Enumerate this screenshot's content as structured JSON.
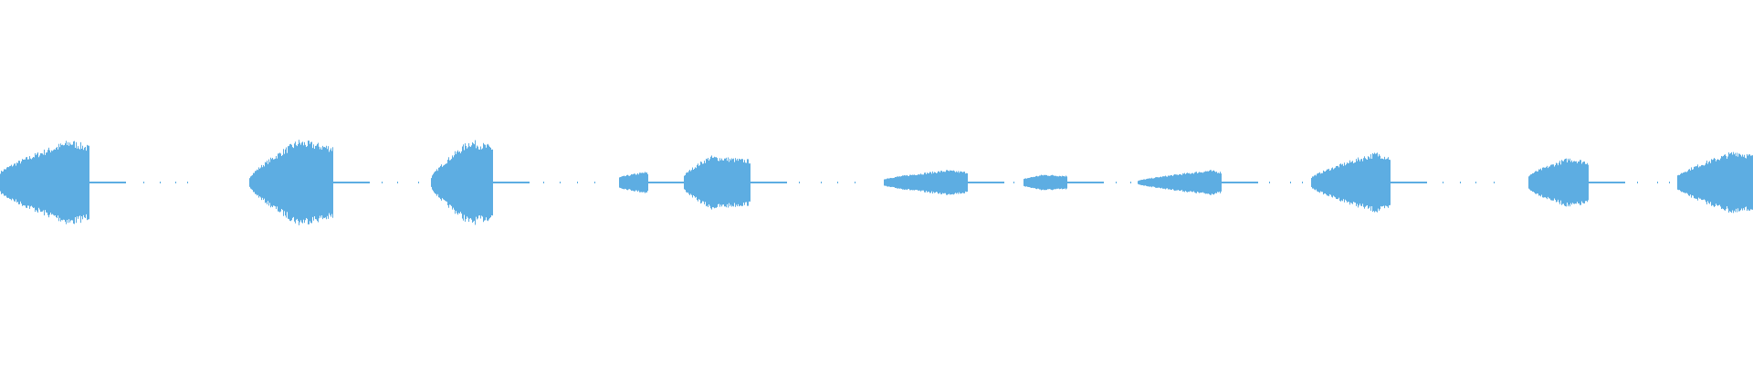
{
  "chart_data": {
    "type": "area",
    "x_unit": "frame",
    "xlim": [
      0,
      1000
    ],
    "ylim": [
      -1,
      1
    ],
    "grid": false,
    "legend": "none",
    "colors": {
      "waveform": "#5dade2",
      "background": "#ffffff"
    },
    "bursts": [
      {
        "start": 0,
        "end": 51,
        "start_amp": 0.06,
        "peak_at": 40,
        "peak_amp": 0.24
      },
      {
        "start": 142,
        "end": 190,
        "start_amp": 0.03,
        "peak_at": 170,
        "peak_amp": 0.24
      },
      {
        "start": 246,
        "end": 281,
        "start_amp": 0.03,
        "peak_at": 268,
        "peak_amp": 0.24
      },
      {
        "start": 353,
        "end": 370,
        "start_amp": 0.03,
        "peak_at": 368,
        "peak_amp": 0.06
      },
      {
        "start": 390,
        "end": 428,
        "start_amp": 0.04,
        "peak_at": 405,
        "peak_amp": 0.15
      },
      {
        "start": 504,
        "end": 552,
        "start_amp": 0.02,
        "peak_at": 540,
        "peak_amp": 0.07
      },
      {
        "start": 584,
        "end": 609,
        "start_amp": 0.02,
        "peak_at": 595,
        "peak_amp": 0.045
      },
      {
        "start": 649,
        "end": 697,
        "start_amp": 0.01,
        "peak_at": 690,
        "peak_amp": 0.07
      },
      {
        "start": 748,
        "end": 793,
        "start_amp": 0.03,
        "peak_at": 785,
        "peak_amp": 0.17
      },
      {
        "start": 872,
        "end": 906,
        "start_amp": 0.04,
        "peak_at": 895,
        "peak_amp": 0.14
      },
      {
        "start": 957,
        "end": 1000,
        "start_amp": 0.04,
        "peak_at": 990,
        "peak_amp": 0.18
      }
    ]
  }
}
